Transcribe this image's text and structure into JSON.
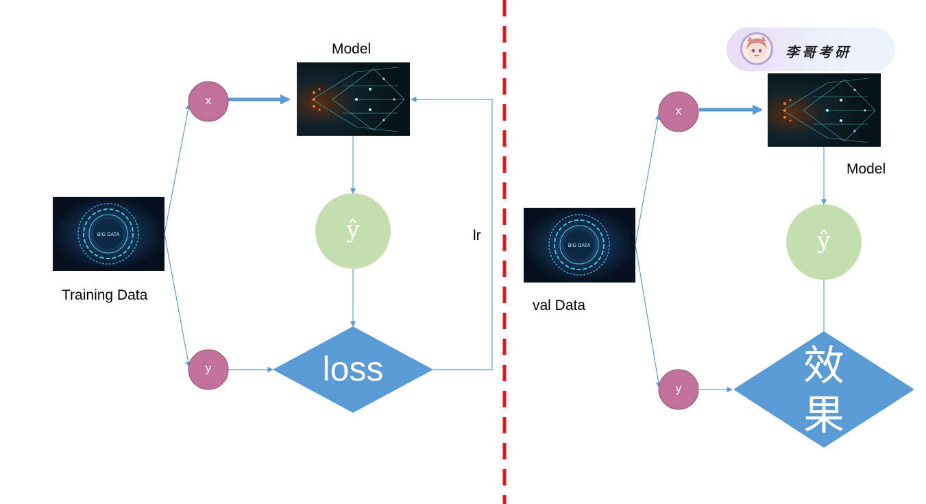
{
  "labels": {
    "training_data": "Training Data",
    "val_data": "val Data",
    "model_left": "Model",
    "model_right": "Model",
    "lr": "lr",
    "x_left": "x",
    "y_left": "y",
    "x_right": "x",
    "y_right": "y",
    "yhat_left": "ŷ",
    "yhat_right": "ŷ",
    "loss": "loss",
    "effect": "效\n果"
  },
  "badge": {
    "text": "李哥考研",
    "avatar_icon": "anime-girl-avatar-icon"
  },
  "images": {
    "big_data_caption": "BIG DATA",
    "model_image": "neural-network-image"
  },
  "colors": {
    "circle_xy": "#c0729a",
    "circle_yhat": "#c5deb0",
    "diamond": "#5b9bd5",
    "arrow": "#5b9bd5",
    "divider": "#e8141c",
    "image_bg": "#081426"
  }
}
